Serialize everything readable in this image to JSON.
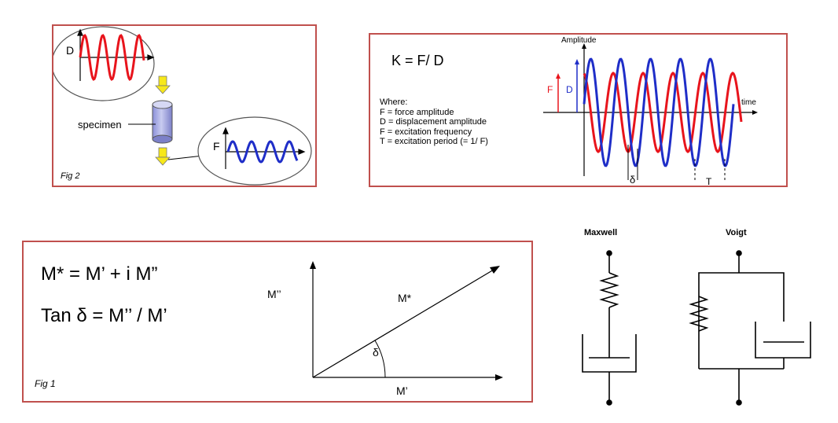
{
  "fig2": {
    "caption": "Fig 2",
    "specimen_label": "specimen",
    "top_axis_label": "D",
    "bottom_axis_label": "F"
  },
  "ratio": {
    "formula": "K = F/ D",
    "where_label": "Where:",
    "definitions": [
      "F = force amplitude",
      "D = displacement amplitude",
      "F = excitation frequency",
      "T = excitation period (= 1/ F)"
    ],
    "amplitude_label": "Amplitude",
    "time_label": "time",
    "force_label": "F",
    "displacement_label": "D",
    "delta_label": "δ",
    "period_label": "T",
    "force_color": "#e8141c",
    "displacement_color": "#1f2ec8"
  },
  "fig1": {
    "caption": "Fig 1",
    "equation1": "M* = M’ + i M”",
    "equation2": "Tan δ = M’’ / M’",
    "m_double_prime_axis": "M’’",
    "m_star_label": "M*",
    "delta_label": "δ",
    "m_prime_axis": "M’"
  },
  "models": {
    "maxwell_title": "Maxwell",
    "voigt_title": "Voigt"
  }
}
